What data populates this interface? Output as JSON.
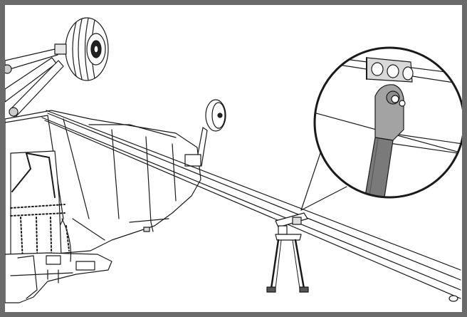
{
  "diagram": {
    "type": "technical-line-illustration",
    "components": [
      "aircraft-fuselage",
      "main-landing-gear-wheel",
      "tail-wheel",
      "diagonal-support-strut",
      "strut-support-stand",
      "detail-callout-magnifier",
      "strut-fitting-clevis"
    ],
    "colors": {
      "frame": "#6b6b6b",
      "background": "#ffffff",
      "line": "#1a1a1a",
      "fitting_fill": "#a3a3a3",
      "strut_fill": "#7a7a7a",
      "shade": "#d9d9d9"
    }
  }
}
